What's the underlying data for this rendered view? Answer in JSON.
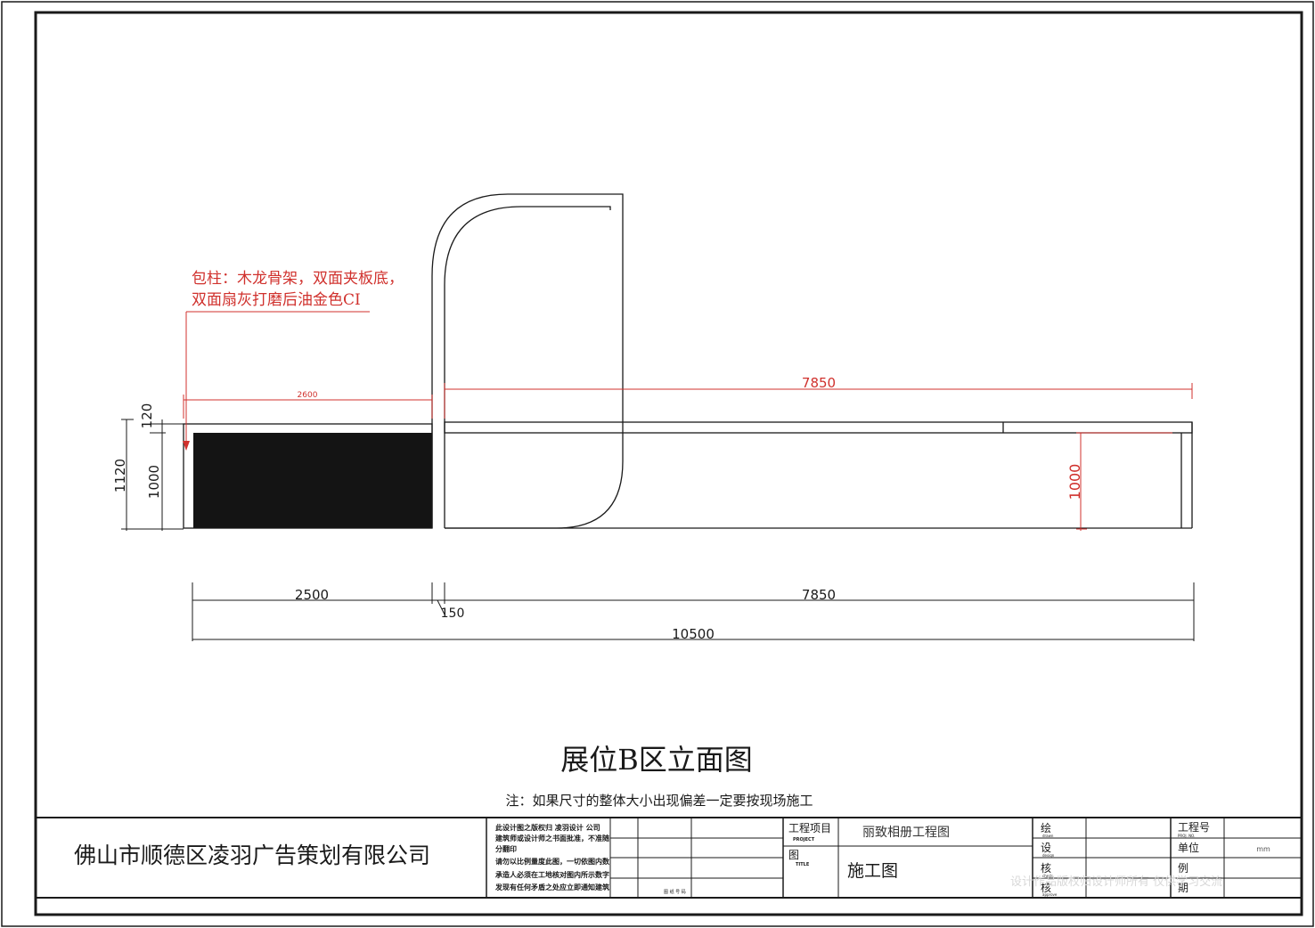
{
  "colors": {
    "line": "#1a1a1a",
    "red": "#d0312d",
    "panel": "#141414"
  },
  "annotation": {
    "line1": "包柱：木龙骨架，双面夹板底，",
    "line2": "双面扇灰打磨后油金色CI"
  },
  "dims": {
    "top_left": "2600",
    "top_right": "7850",
    "h_total": "1120",
    "h_top": "120",
    "h_body": "1000",
    "h_right": "1000",
    "bottom_left": "2500",
    "bottom_right": "7850",
    "bottom_gap": "150",
    "bottom_total": "10500"
  },
  "drawing": {
    "title": "展位B区立面图",
    "note": "注：如果尺寸的整体大小出现偏差一定要按现场施工"
  },
  "title_block": {
    "company": "佛山市顺德区凌羽广告策划有限公司",
    "notice_1": "此设计图之版权归  凌羽设计  公司",
    "notice_2": "建筑师或设计师之书面批准，不准随",
    "notice_3": "分翻印",
    "notice_4": "请勿以比例量度此图，一切依图内数",
    "notice_5": "承造人必须在工地核对图内所示数字",
    "notice_6": "发现有任何矛盾之处应立即通知建筑",
    "stamp_label": "图 纸 号 码",
    "project_label": "工程项目",
    "project_label_en": "PROJECT",
    "project_value": "丽致相册工程图",
    "drawing_label": "图",
    "drawing_label_en": "TITLE",
    "drawing_value": "施工图",
    "draw_label": "绘",
    "draw_label_en": "drawn",
    "design_label": "设",
    "design_label_en": "design",
    "check_label": "核",
    "check_label_en": "check",
    "approve_label": "核",
    "approve_label_en": "approve",
    "proj_no_label": "工程号",
    "proj_no_label_en": "PROJ. NO.",
    "unit_label": "单位",
    "unit_value": "mm",
    "scale_label": "例",
    "date_label": "期"
  },
  "watermark": "设计作品版权归设计师所有 仅供学习交流"
}
